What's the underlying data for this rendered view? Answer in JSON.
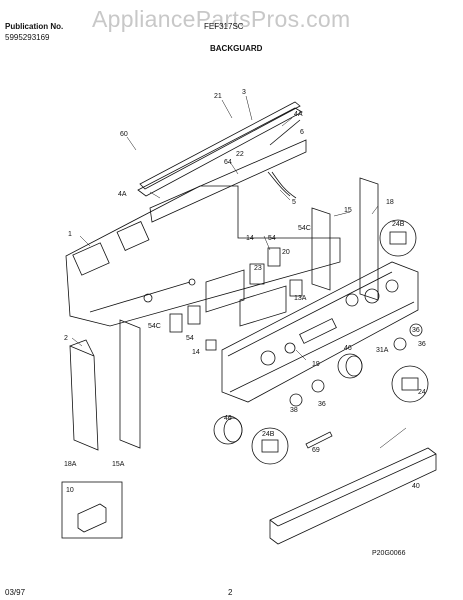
{
  "header": {
    "publication_label": "Publication No.",
    "publication_number": "5995293169",
    "model": "FEF317SC",
    "section_title": "BACKGUARD",
    "watermark": "AppliancePartsPros.com"
  },
  "parts": {
    "p1": "1",
    "p2": "2",
    "p3": "3",
    "p4A": "4A",
    "p5": "5",
    "p6": "6",
    "p10": "10",
    "p13A": "13A",
    "p14a": "14",
    "p14b": "14",
    "p15": "15",
    "p15A": "15A",
    "p18": "18",
    "p18A": "18A",
    "p19": "19",
    "p20": "20",
    "p21": "21",
    "p22": "22",
    "p23": "23",
    "p24B_top": "24B",
    "p24B_mid": "24B",
    "p24": "24",
    "p31A": "31A",
    "p36a": "36",
    "p36b": "36",
    "p38": "38",
    "p40": "40",
    "p46a": "46",
    "p46b": "46",
    "p54a": "54",
    "p54b": "54",
    "p54C_a": "54C",
    "p54C_b": "54C",
    "p60": "60",
    "p64": "64",
    "p69": "69"
  },
  "footer": {
    "drawing_id": "P20G0066",
    "date": "03/97",
    "page": "2"
  }
}
